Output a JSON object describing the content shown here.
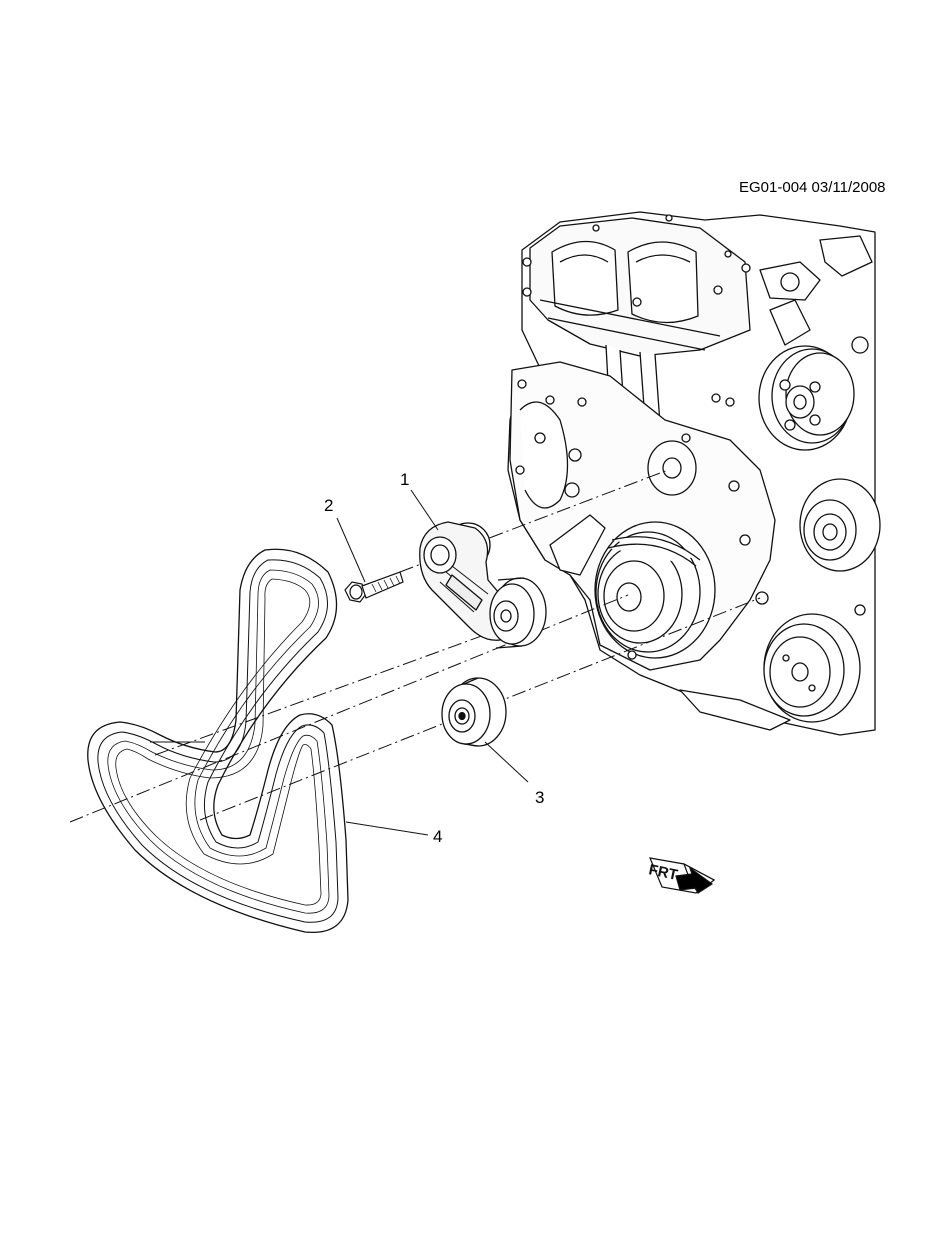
{
  "diagram": {
    "reference_code": "EG01-004 03/11/2008",
    "callouts": [
      {
        "id": "1",
        "label": "1"
      },
      {
        "id": "2",
        "label": "2"
      },
      {
        "id": "3",
        "label": "3"
      },
      {
        "id": "4",
        "label": "4"
      }
    ],
    "orientation_arrow": {
      "label": "FRT",
      "icon": "front-direction-arrow-icon"
    }
  }
}
